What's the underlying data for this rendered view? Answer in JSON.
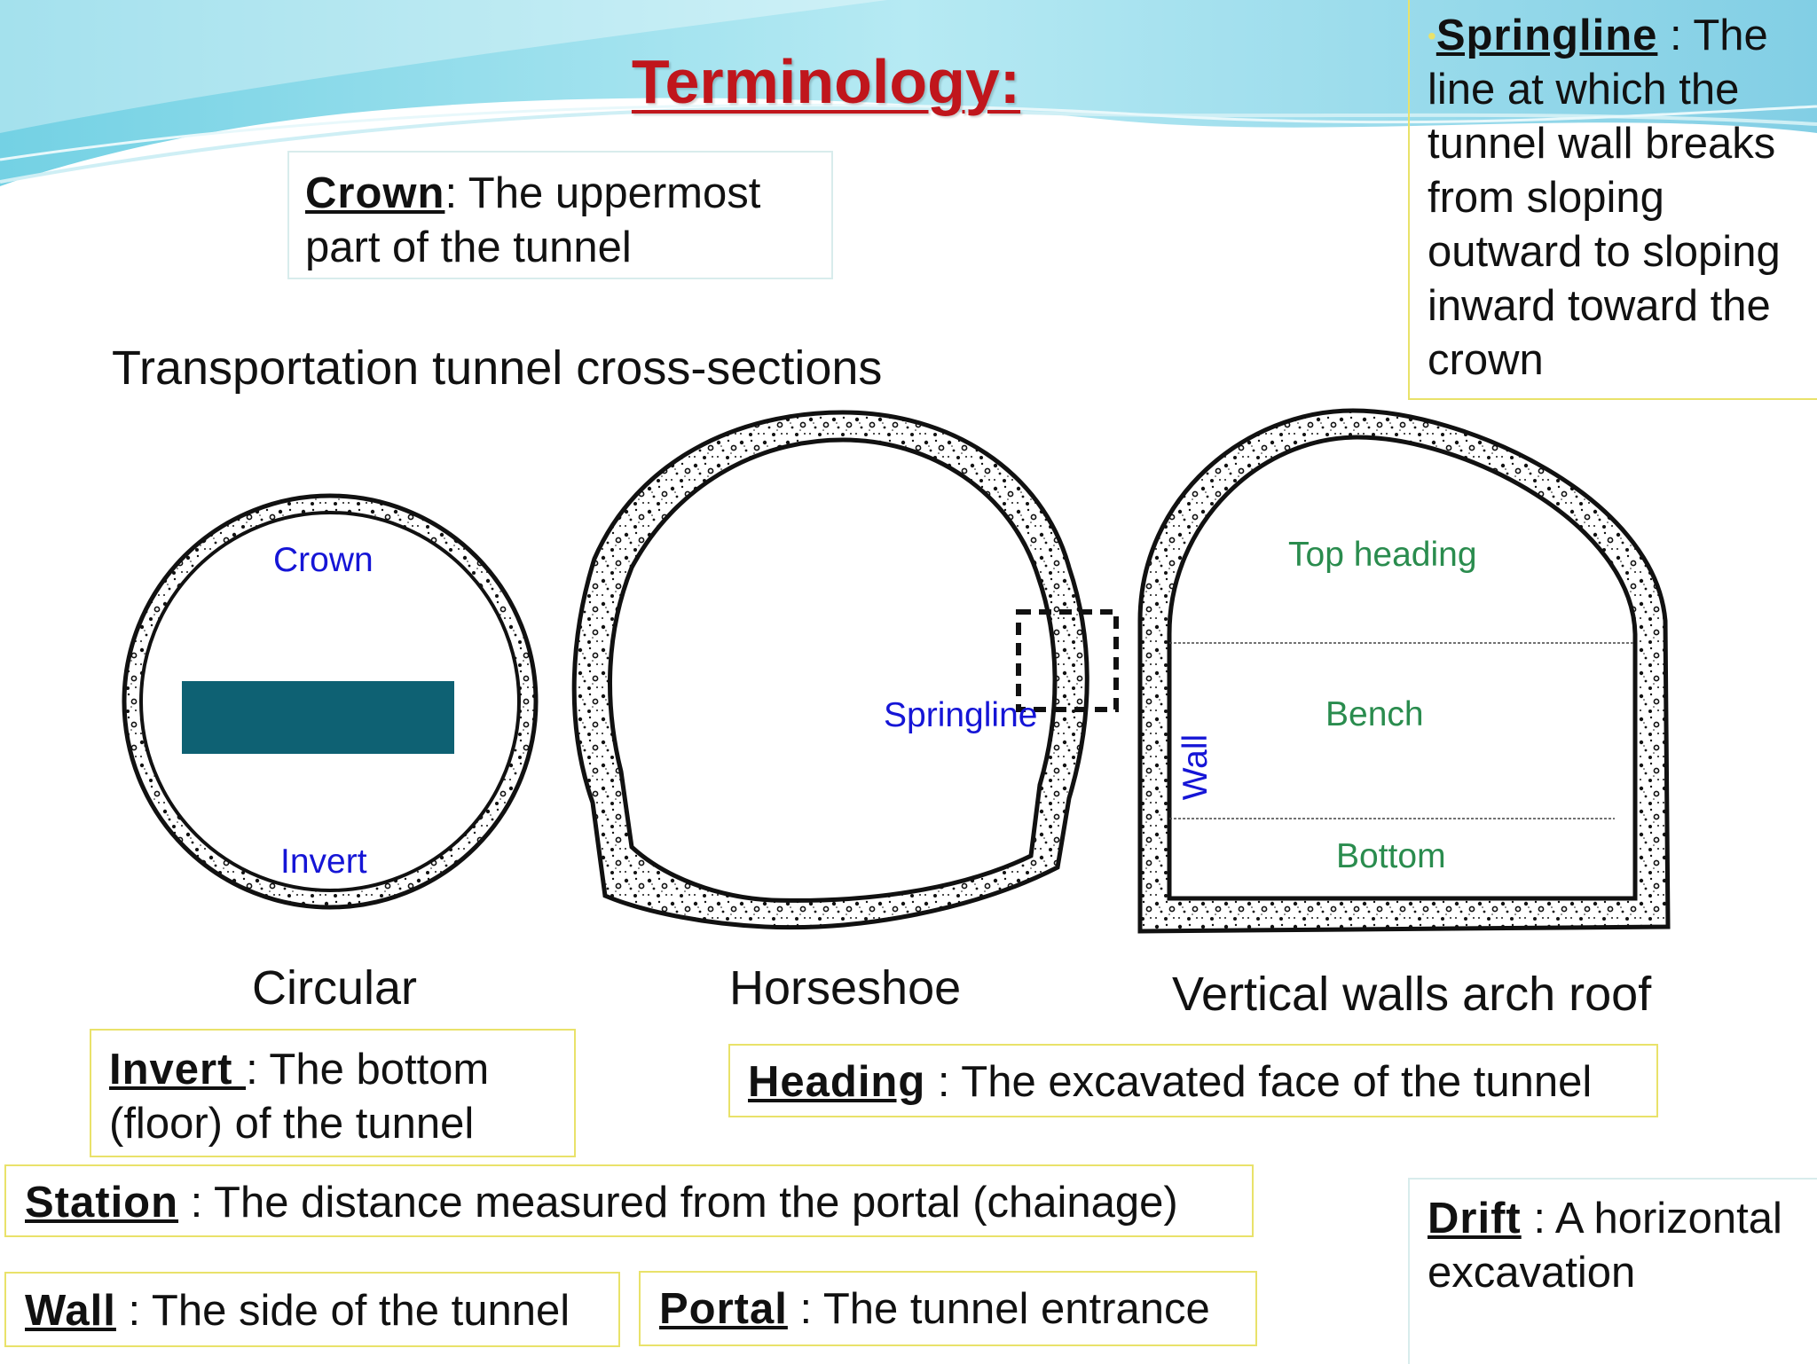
{
  "title": "Terminology:",
  "subtitle": "Transportation tunnel cross-sections",
  "definitions": {
    "crown": {
      "term": "Crown",
      "sep": ": ",
      "text": "The uppermost part of the tunnel"
    },
    "springline": {
      "term": "Springline",
      "sep": " : ",
      "text": "The line at which the tunnel wall breaks from sloping outward to sloping inward toward the crown"
    },
    "invert": {
      "term": "Invert ",
      "sep": ": ",
      "text": "The bottom (floor) of the tunnel"
    },
    "heading": {
      "term": "Heading",
      "sep": " : ",
      "text": "The excavated face of the tunnel"
    },
    "station": {
      "term": "Station",
      "sep": " : ",
      "text": "The distance measured from the portal (chainage)"
    },
    "wall": {
      "term": "Wall",
      "sep": " : ",
      "text": "The side of the tunnel"
    },
    "portal": {
      "term": "Portal",
      "sep": " : ",
      "text": "The tunnel entrance"
    },
    "drift": {
      "term": "Drift",
      "sep": " : ",
      "text": "A horizontal excavation"
    }
  },
  "diagrams": {
    "circular": {
      "caption": "Circular",
      "labels": {
        "crown": "Crown",
        "invert": "Invert"
      }
    },
    "horseshoe": {
      "caption": "Horseshoe",
      "labels": {
        "springline": "Springline"
      }
    },
    "vertical": {
      "caption": "Vertical walls arch roof",
      "labels": {
        "top_heading": "Top heading",
        "bench": "Bench",
        "bottom": "Bottom",
        "wall": "Wall"
      }
    }
  },
  "colors": {
    "title": "#c0161c",
    "label_blue": "#1515d6",
    "label_green": "#2a8c4e",
    "box_border": "#e9e26a",
    "teal_block": "#0e6173",
    "header_wave": "#7fd6e6"
  }
}
